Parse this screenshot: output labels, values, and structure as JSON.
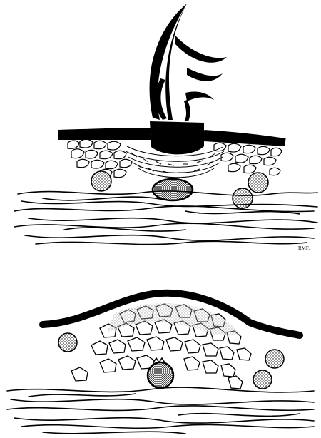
{
  "figure": {
    "signature": "RMF.",
    "colors": {
      "ink": "#000000",
      "paper": "#ffffff"
    },
    "panels": [
      {
        "name": "upper-panel",
        "depicts": "dermis-with-cone-shaped-structure-and-nodules"
      },
      {
        "name": "lower-panel",
        "depicts": "raised-dome-with-cell-cluster"
      }
    ]
  }
}
